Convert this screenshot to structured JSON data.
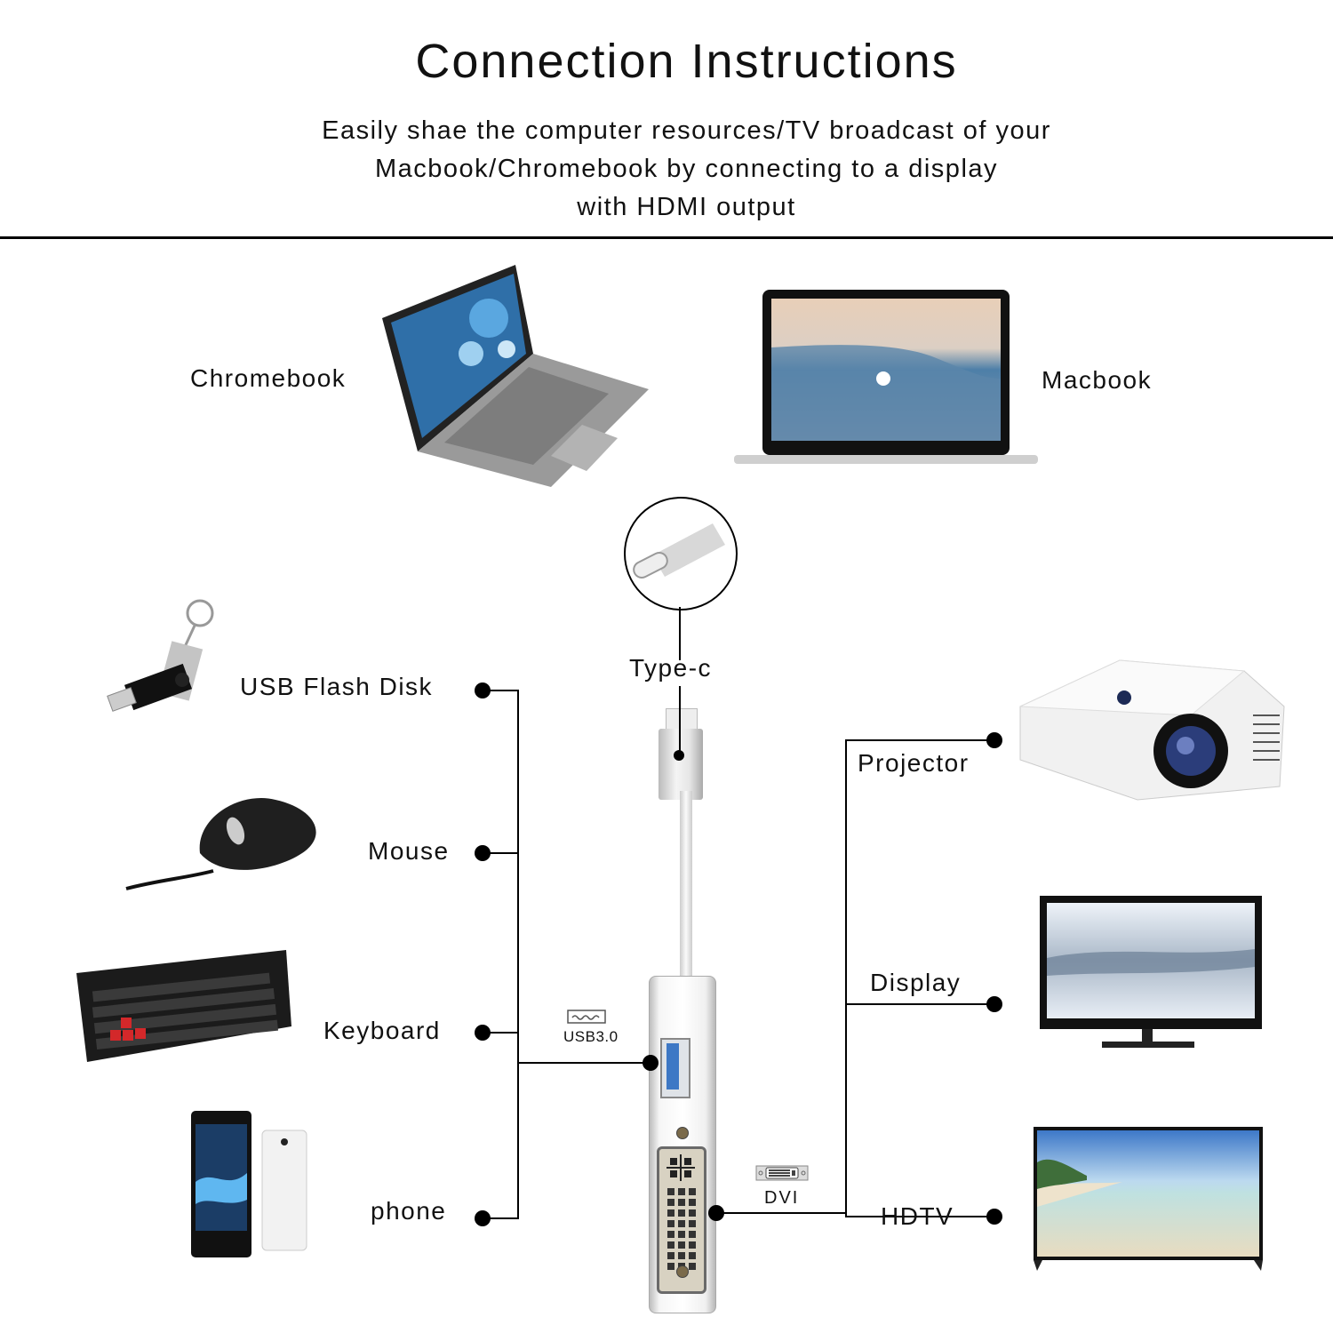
{
  "header": {
    "title": "Connection Instructions",
    "subtitle_lines": [
      "Easily shae the computer resources/TV broadcast of your",
      "Macbook/Chromebook by connecting to a display",
      "with HDMI output"
    ]
  },
  "sources": {
    "chromebook": {
      "label": "Chromebook",
      "icon": "laptop-icon"
    },
    "macbook": {
      "label": "Macbook",
      "icon": "laptop-icon"
    }
  },
  "adapter": {
    "input_label": "Type-c",
    "ports": {
      "usb": {
        "label": "USB3.0",
        "icon": "usb-port-icon"
      },
      "dvi": {
        "label": "DVI",
        "icon": "dvi-port-icon"
      }
    }
  },
  "usb_devices": [
    {
      "label": "USB Flash Disk",
      "icon": "usb-flash-disk-icon"
    },
    {
      "label": "Mouse",
      "icon": "mouse-icon"
    },
    {
      "label": "Keyboard",
      "icon": "keyboard-icon"
    },
    {
      "label": "phone",
      "icon": "phone-icon"
    }
  ],
  "dvi_devices": [
    {
      "label": "Projector",
      "icon": "projector-icon"
    },
    {
      "label": "Display",
      "icon": "monitor-icon"
    },
    {
      "label": "HDTV",
      "icon": "tv-icon"
    }
  ],
  "colors": {
    "line": "#000000",
    "background": "#ffffff",
    "usb_blue": "#3d78c5"
  }
}
